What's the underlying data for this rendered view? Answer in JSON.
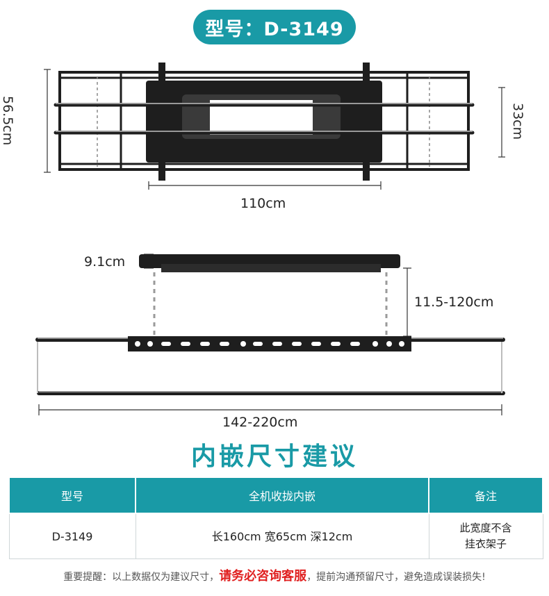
{
  "header": {
    "model_pill": "型号：D-3149"
  },
  "top_view": {
    "depth_label": "56.5cm",
    "inner_depth_label": "33cm",
    "width_label": "110cm"
  },
  "side_view": {
    "motor_height_label": "9.1cm",
    "drop_label": "11.5-120cm",
    "extend_label": "142-220cm"
  },
  "section": {
    "title": "内嵌尺寸建议"
  },
  "spec_table": {
    "headers": [
      "型号",
      "全机收拢内嵌",
      "备注"
    ],
    "row": {
      "model": "D-3149",
      "size": "长160cm 宽65cm 深12cm",
      "note_line1": "此宽度不含",
      "note_line2": "挂衣架子"
    }
  },
  "footnote": {
    "part1": "重要提醒：以上数据仅为建议尺寸，",
    "highlight": "请务必咨询客服",
    "part2": "，提前沟通预留尺寸，避免造成误装损失!"
  },
  "colors": {
    "accent": "#199aa6",
    "highlight": "#e02020",
    "metal": "#1e1e1e"
  }
}
